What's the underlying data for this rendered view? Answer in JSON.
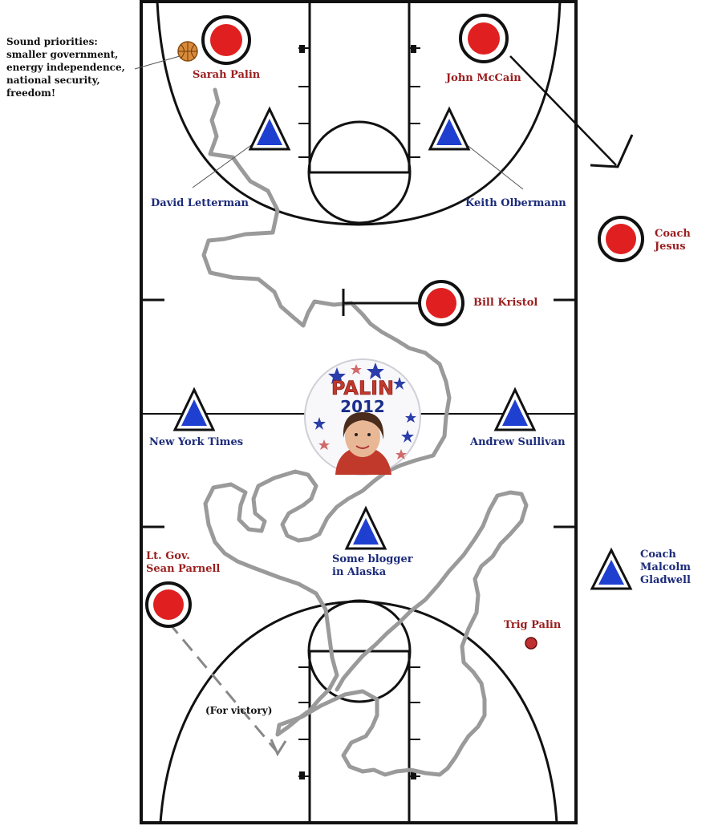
{
  "note": "Sound priorities:\nsmaller government,\nenergy independence,\nnational security,\nfreedom!",
  "players_red": {
    "sarah_palin": "Sarah Palin",
    "john_mccain": "John McCain",
    "coach_jesus": "Coach\nJesus",
    "bill_kristol": "Bill Kristol",
    "sean_parnell": "Lt. Gov.\nSean Parnell",
    "trig_palin": "Trig Palin"
  },
  "players_blue": {
    "david_letterman": "David Letterman",
    "keith_olbermann": "Keith Olbermann",
    "new_york_times": "New York Times",
    "andrew_sullivan": "Andrew Sullivan",
    "some_blogger": "Some blogger\nin Alaska",
    "coach_gladwell": "Coach\nMalcolm\nGladwell"
  },
  "annotation": "(For victory)",
  "badge": {
    "name": "PALIN",
    "year": "2012"
  },
  "colors": {
    "red_player": "#e02020",
    "blue_player": "#1f3fd0",
    "path": "#9a9a9a",
    "line": "#111111"
  }
}
